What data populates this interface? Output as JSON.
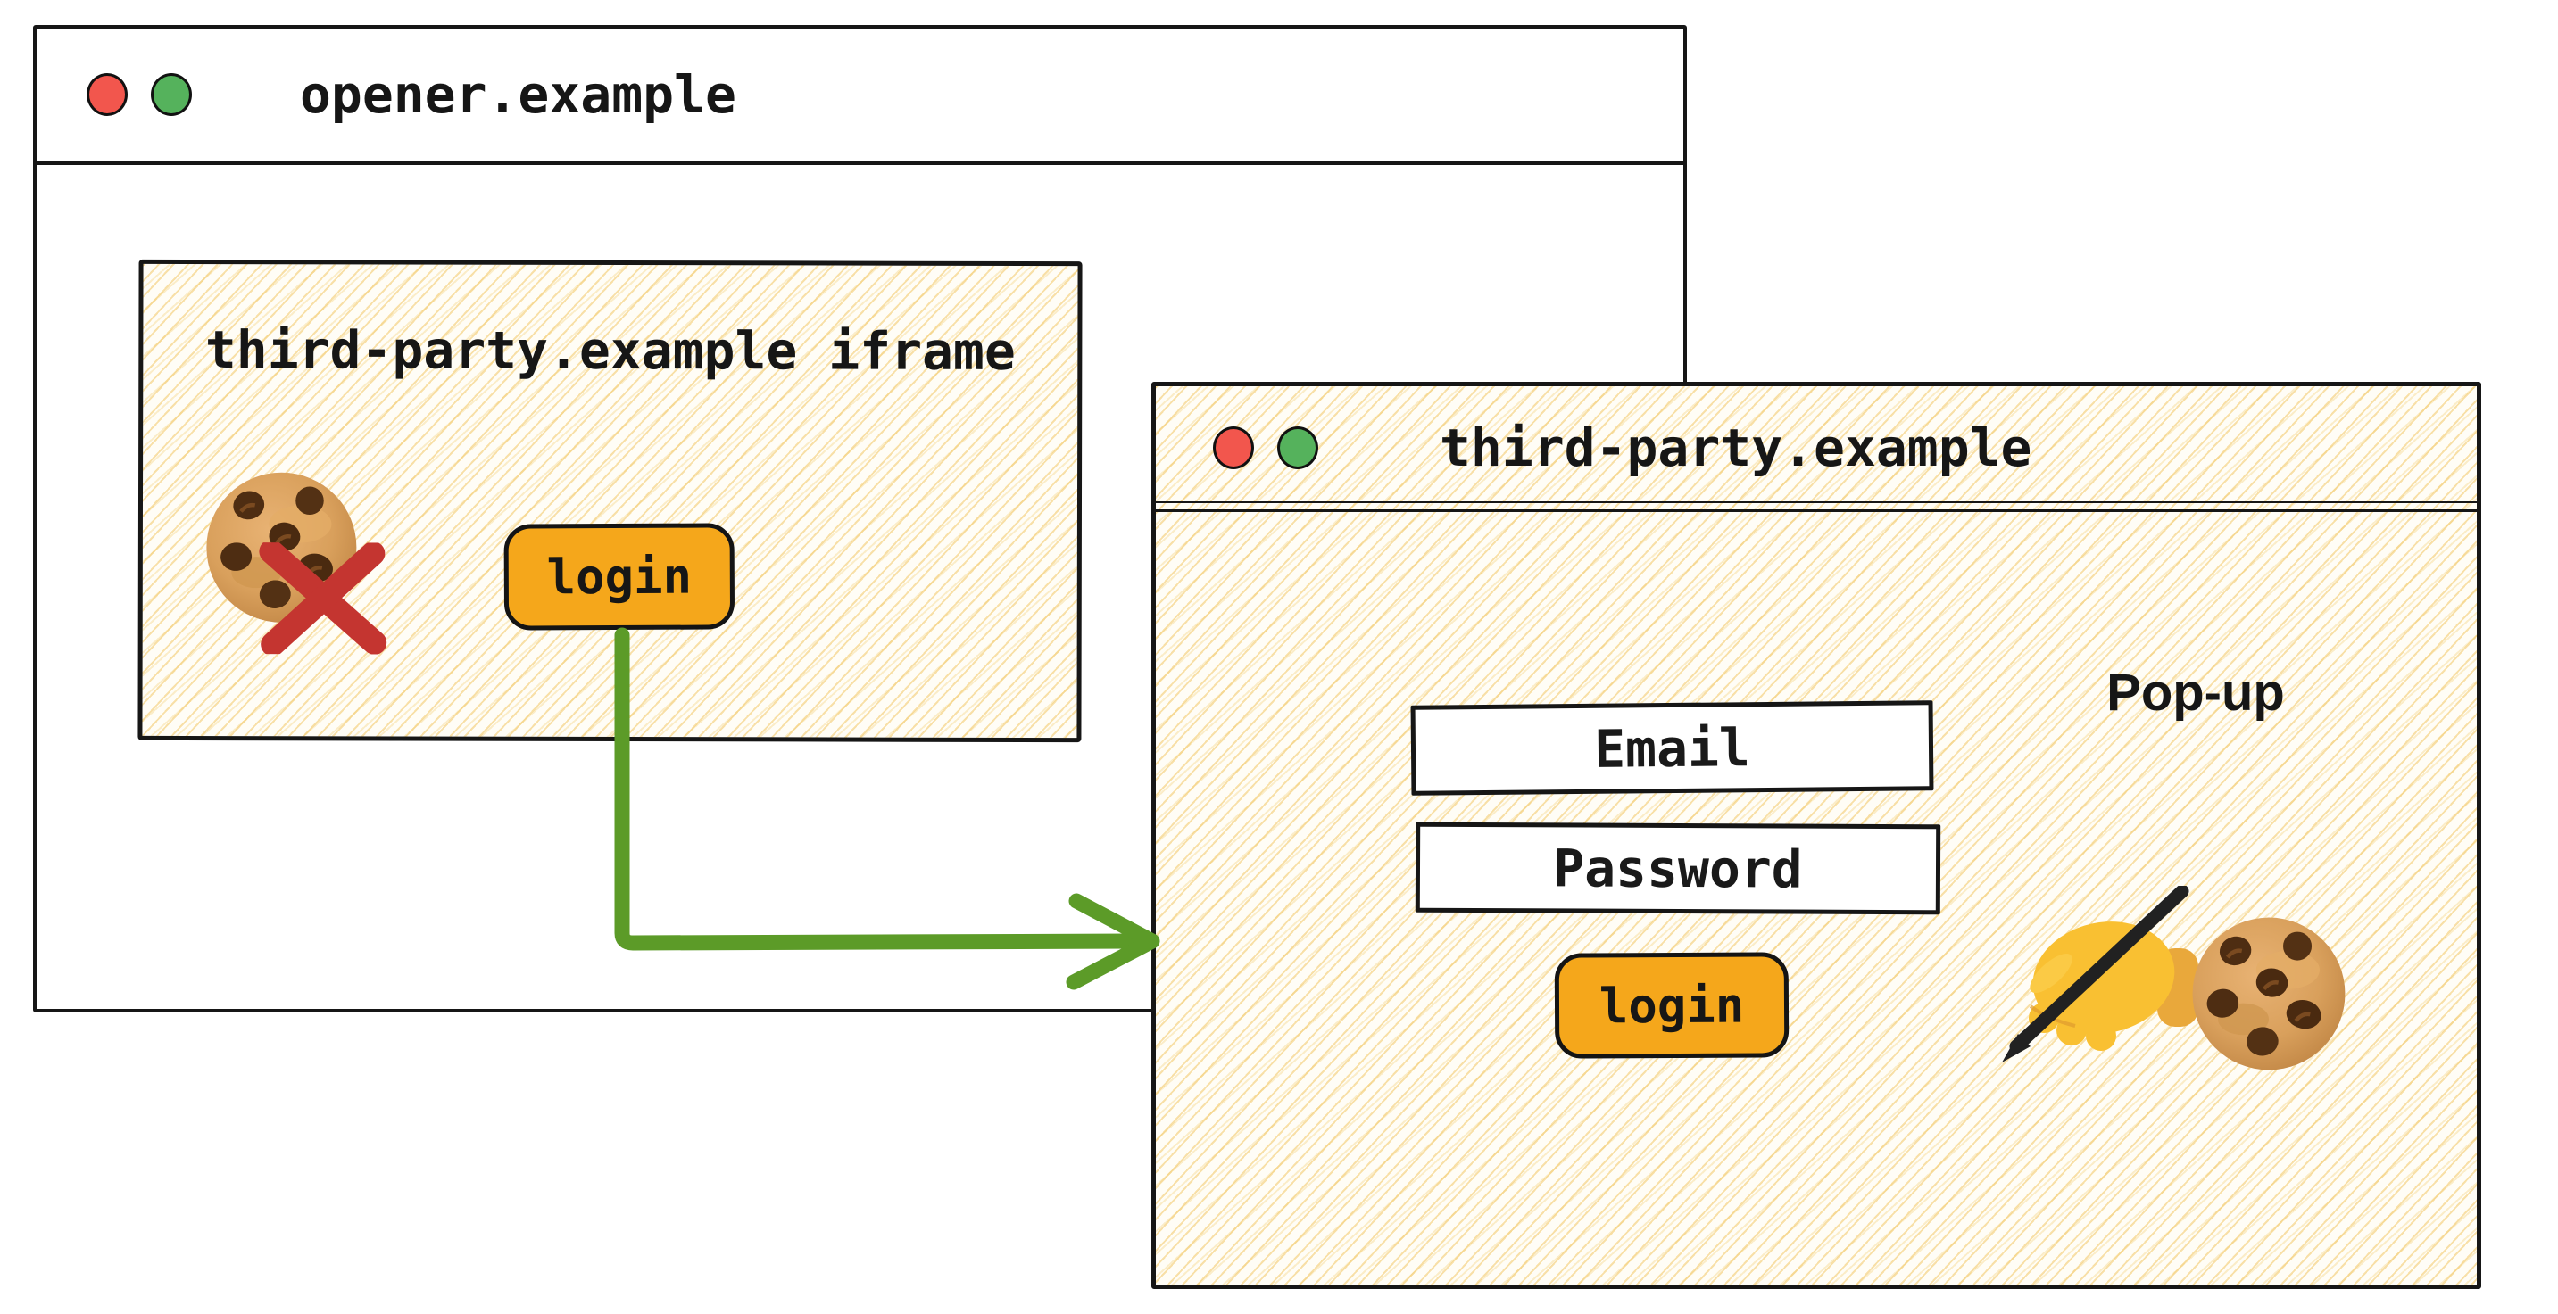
{
  "colors": {
    "accent_orange": "#f5a71b",
    "arrow_green": "#5c9b28",
    "blocked_x_red": "#c43530",
    "traffic_light_red": "#f2564d",
    "traffic_light_green": "#55b25c",
    "hatch_yellow": "#f2c766"
  },
  "opener_window": {
    "title": "opener.example",
    "iframe": {
      "label": "third-party.example iframe",
      "login_button_label": "login",
      "blocked_cookie_icon": "cookie-with-red-x"
    }
  },
  "popup_window": {
    "title": "third-party.example",
    "annotation": "Pop-up",
    "email_placeholder": "Email",
    "password_placeholder": "Password",
    "login_button_label": "login",
    "signing_icon": "writing-hand",
    "cookie_icon": "cookie"
  },
  "arrow": {
    "meaning": "iframe login button opens pop-up"
  }
}
